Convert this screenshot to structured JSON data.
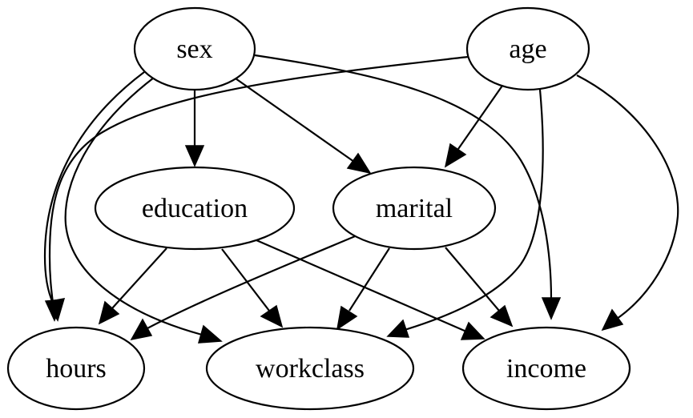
{
  "nodes": {
    "sex": "sex",
    "age": "age",
    "education": "education",
    "marital": "marital",
    "hours": "hours",
    "workclass": "workclass",
    "income": "income"
  },
  "edges": [
    {
      "from": "sex",
      "to": "education"
    },
    {
      "from": "sex",
      "to": "marital"
    },
    {
      "from": "sex",
      "to": "income"
    },
    {
      "from": "sex",
      "to": "hours"
    },
    {
      "from": "sex",
      "to": "workclass"
    },
    {
      "from": "age",
      "to": "marital"
    },
    {
      "from": "age",
      "to": "hours"
    },
    {
      "from": "age",
      "to": "workclass"
    },
    {
      "from": "age",
      "to": "income"
    },
    {
      "from": "education",
      "to": "hours"
    },
    {
      "from": "education",
      "to": "workclass"
    },
    {
      "from": "education",
      "to": "income"
    },
    {
      "from": "marital",
      "to": "hours"
    },
    {
      "from": "marital",
      "to": "workclass"
    },
    {
      "from": "marital",
      "to": "income"
    }
  ]
}
